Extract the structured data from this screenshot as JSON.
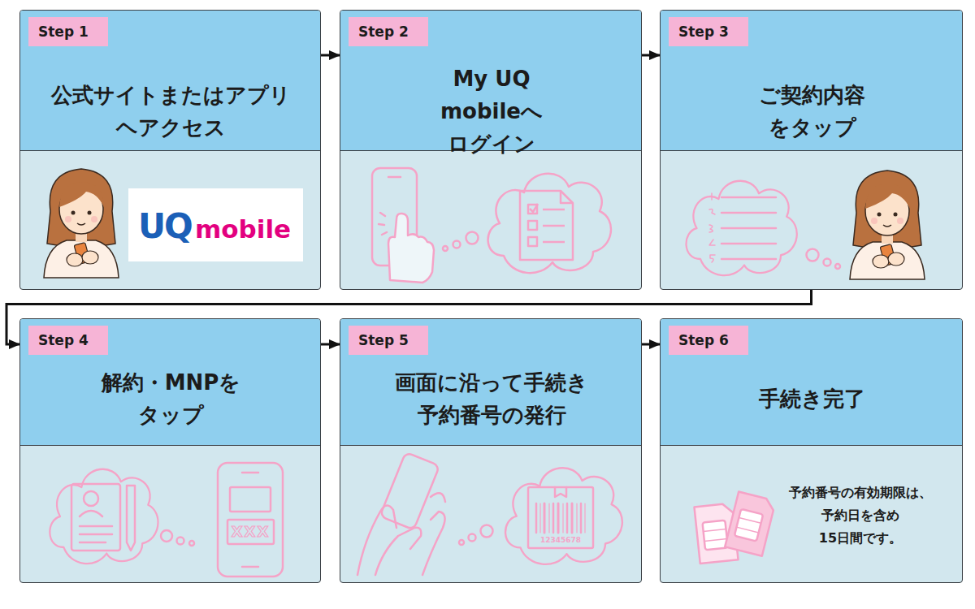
{
  "diagram": {
    "nodes": [
      {
        "text": [
          "Step 1",
          "公式サイトまたはアプリ ヘアクセス"
        ]
      },
      {
        "text": [
          "Step 2",
          "My UQ mobileへ ログイン"
        ]
      },
      {
        "text": [
          "Step 3",
          "ご契約内容 をタップ"
        ]
      },
      {
        "text": [
          "Step 4",
          "解約・MNPを タップ"
        ]
      },
      {
        "text": [
          "Step 5",
          "画面に沿って手続き 予約番号の発行"
        ]
      },
      {
        "text": [
          "Step 6",
          "手続き完了",
          "予約番号の有効期限は、 予約日を含め 15日間です。"
        ]
      }
    ],
    "edges": [
      {
        "from": 0,
        "to": 1,
        "arrow": "to"
      },
      {
        "from": 1,
        "to": 2,
        "arrow": "to"
      },
      {
        "from": 2,
        "to": 3,
        "arrow": "to"
      },
      {
        "from": 3,
        "to": 4,
        "arrow": "to"
      },
      {
        "from": 4,
        "to": 5,
        "arrow": "to"
      }
    ],
    "labels": [
      "UQ",
      "mobile",
      "XXX",
      "12345678"
    ]
  }
}
